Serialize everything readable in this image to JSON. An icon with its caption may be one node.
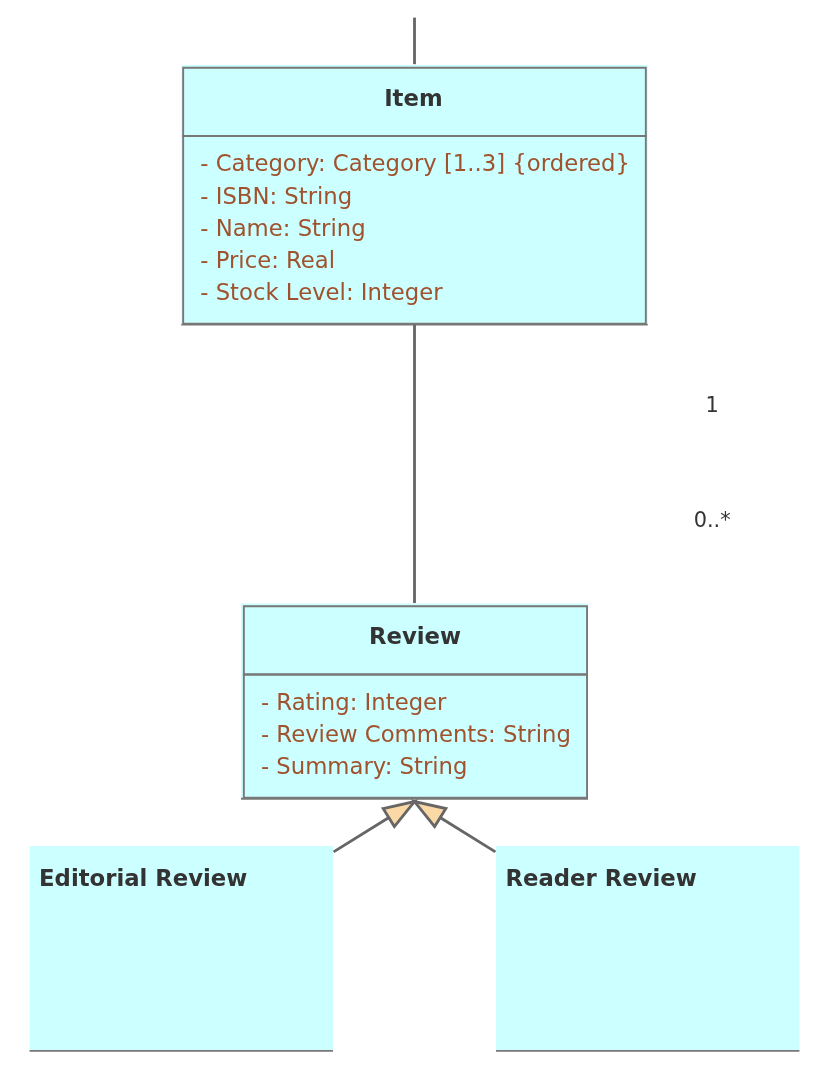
{
  "diagram": {
    "nodes": [
      {
        "text": [
          "Item",
          "- Category: Category [1..3] {ordered}",
          "- ISBN: String",
          "- Name: String",
          "- Price: Real",
          "- Stock Level: Integer"
        ]
      },
      {
        "text": [
          "Review",
          "- Rating: Integer",
          "- Review Comments: String",
          "- Summary: String"
        ]
      },
      {
        "text": [
          "Editorial Review"
        ]
      },
      {
        "text": [
          "Reader Review"
        ]
      }
    ],
    "edges": [
      {
        "from": null,
        "to": 0,
        "arrow": "none"
      },
      {
        "from": 0,
        "to": 1,
        "arrow": "none"
      },
      {
        "from": 2,
        "to": 1,
        "arrow": "to"
      },
      {
        "from": 3,
        "to": 1,
        "arrow": "to"
      }
    ],
    "labels": [
      "1",
      "0..*"
    ]
  }
}
